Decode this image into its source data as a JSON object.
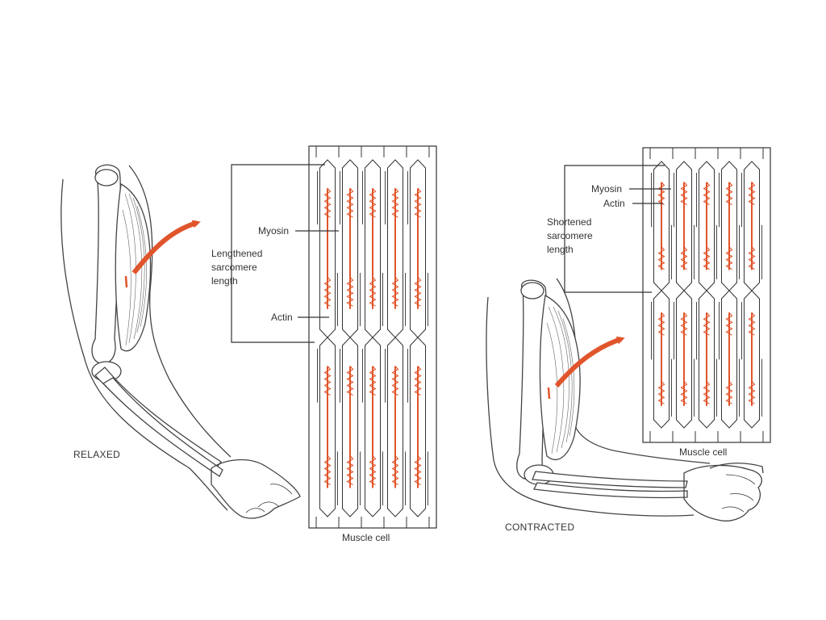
{
  "colors": {
    "accent": "#e0552b",
    "ink": "#333333",
    "background": "#ffffff"
  },
  "relaxed": {
    "caption": "RELAXED",
    "labels": {
      "myosin": "Myosin",
      "actin": "Actin",
      "sarcomere": [
        "Lengthened",
        "sarcomere",
        "length"
      ],
      "cell": "Muscle cell"
    }
  },
  "contracted": {
    "caption": "CONTRACTED",
    "labels": {
      "myosin": "Myosin",
      "actin": "Actin",
      "sarcomere": [
        "Shortened",
        "sarcomere",
        "length"
      ],
      "cell": "Muscle cell"
    }
  }
}
